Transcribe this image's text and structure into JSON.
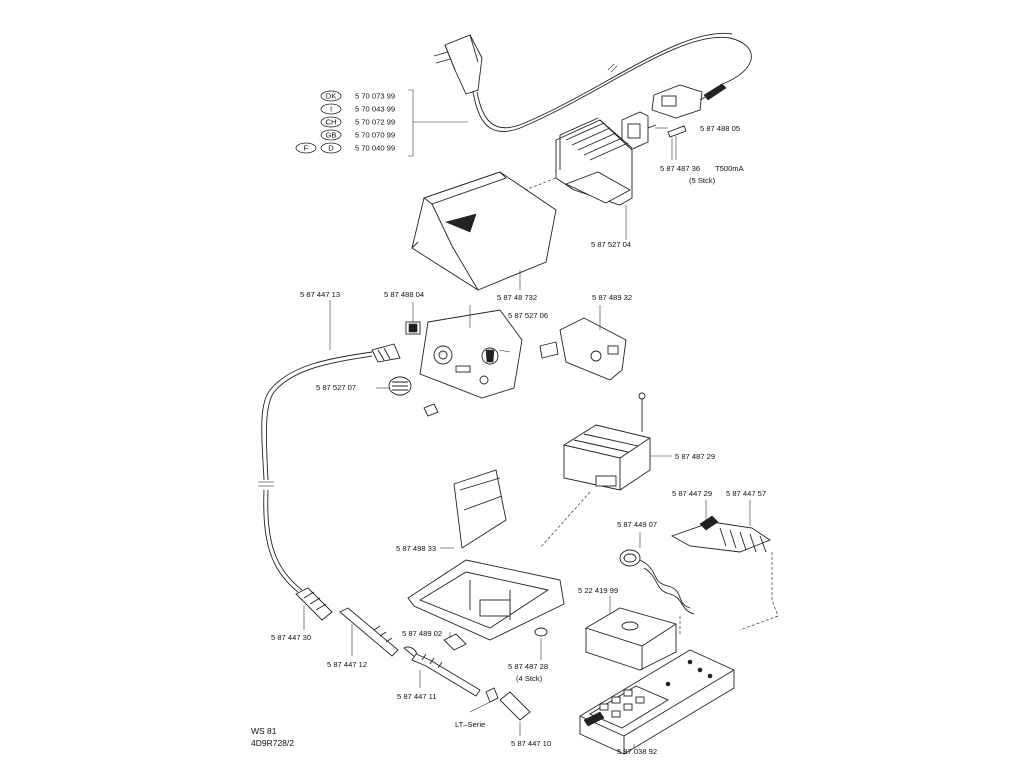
{
  "country_codes": [
    "DK",
    "I",
    "CH",
    "GB",
    "D",
    "F"
  ],
  "plug_parts": [
    "5 70 073 99",
    "5 70 043 99",
    "5 70 072 99",
    "5 70 070 99",
    "5 70 040 99"
  ],
  "parts": {
    "socket": "5 87 488 05",
    "fuse": "5 87 487 36",
    "fuse_rating": "T500mA",
    "fuse_qty": "(5  Stck)",
    "heatsink_board": "5 87 527 04",
    "housing_cover": "5 87 48 732",
    "cable": "5 87 447 13",
    "switch": "5 87 488 04",
    "front_panel": "5 87 527 06",
    "control_board": "5 87 489 32",
    "knob": "5 87 527 07",
    "transformer": "5 87 487 29",
    "tip_holder_a": "5 87 447 29",
    "tip_holder_b": "5 87 447 57",
    "cleaning_spiral": "5 87 449 07",
    "shield_plate": "5 87 498 33",
    "sponge": "5 22 419 99",
    "base_screw": "5 87 489 02",
    "feet": "5 87 487 28",
    "feet_qty": "(4  Stck)",
    "connector": "5 87 447 30",
    "handle": "5 87 447 12",
    "heater": "5 87 447 11",
    "tip": "5 87 447 10",
    "stand": "5 87 038 92"
  },
  "tip_series": "LT–Serie",
  "model": "WS 81",
  "doc_code": "4D9R728/2"
}
